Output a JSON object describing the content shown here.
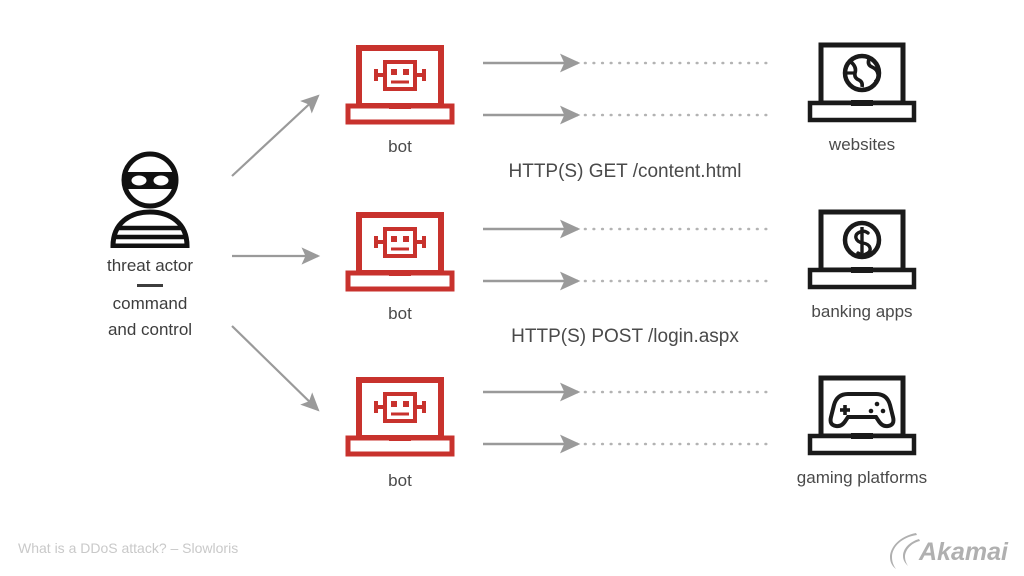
{
  "diagram": {
    "title_footer": "What is a DDoS attack? – Slowloris",
    "brand": "Akamai",
    "colors": {
      "bot_red": "#c8322d",
      "target_black": "#1a1a1a",
      "arrow_gray": "#9a9a9a",
      "text_gray": "#4a4a4a",
      "footer_gray": "#c9c9c9",
      "logo_gray": "#b0b0b0"
    },
    "actor": {
      "icon": "burglar-mask-icon",
      "label_primary": "threat actor",
      "label_secondary_line1": "command",
      "label_secondary_line2": "and control"
    },
    "bots": [
      {
        "icon": "robot-laptop-icon",
        "label": "bot"
      },
      {
        "icon": "robot-laptop-icon",
        "label": "bot"
      },
      {
        "icon": "robot-laptop-icon",
        "label": "bot"
      }
    ],
    "targets": [
      {
        "icon": "globe-laptop-icon",
        "label": "websites"
      },
      {
        "icon": "dollar-laptop-icon",
        "label": "banking apps"
      },
      {
        "icon": "gamepad-laptop-icon",
        "label": "gaming platforms"
      }
    ],
    "flow_labels": [
      {
        "text": "HTTP(S) GET /content.html"
      },
      {
        "text": "HTTP(S) POST /login.aspx"
      }
    ],
    "connections": {
      "actor_to_bots": 3,
      "requests_per_bot": 2,
      "style": "solid-arrow-then-dotted"
    }
  }
}
